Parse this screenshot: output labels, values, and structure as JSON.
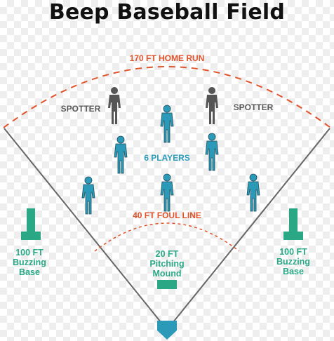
{
  "title": "Beep Baseball Field",
  "labels": {
    "home_run": "170 FT HOME RUN",
    "foul_line": "40 FT FOUL LINE",
    "players": "6 PLAYERS",
    "spotter_left": "SPOTTER",
    "spotter_right": "SPOTTER",
    "base_left": [
      "100 FT",
      "Buzzing",
      "Base"
    ],
    "mound": [
      "20 FT",
      "Pitching",
      "Mound"
    ],
    "base_right": [
      "100 FT",
      "Buzzing",
      "Base"
    ]
  },
  "icons": {
    "player": "person-icon",
    "spotter": "person-icon",
    "buzzing_base": "buzzing-base-icon",
    "pitching_mound": "pitching-mound-icon",
    "home_plate": "home-plate-icon"
  },
  "colors": {
    "title": "#111111",
    "arc": "#e0532b",
    "player": "#2a9ab8",
    "spotter": "#555555",
    "base": "#2aa886",
    "field_line": "#666666"
  }
}
